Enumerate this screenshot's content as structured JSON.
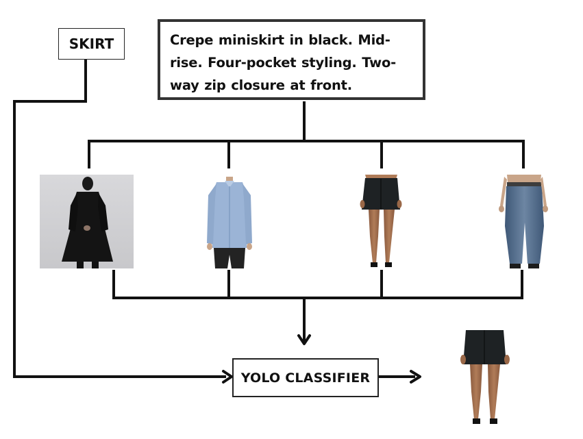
{
  "labels": {
    "category": "SKIRT",
    "description": "Crepe miniskirt in black. Mid-rise. Four-pocket styling. Two-way zip closure at front.",
    "classifier": "YOLO CLASSIFIER"
  },
  "candidates": [
    {
      "name": "black-coat",
      "color": "#141414"
    },
    {
      "name": "blue-shirt",
      "color": "#9bb4d6"
    },
    {
      "name": "black-miniskirt",
      "color": "#1e2224"
    },
    {
      "name": "denim-jeans",
      "color": "#4d6786"
    }
  ],
  "result": {
    "name": "black-miniskirt",
    "color": "#1e2224"
  }
}
